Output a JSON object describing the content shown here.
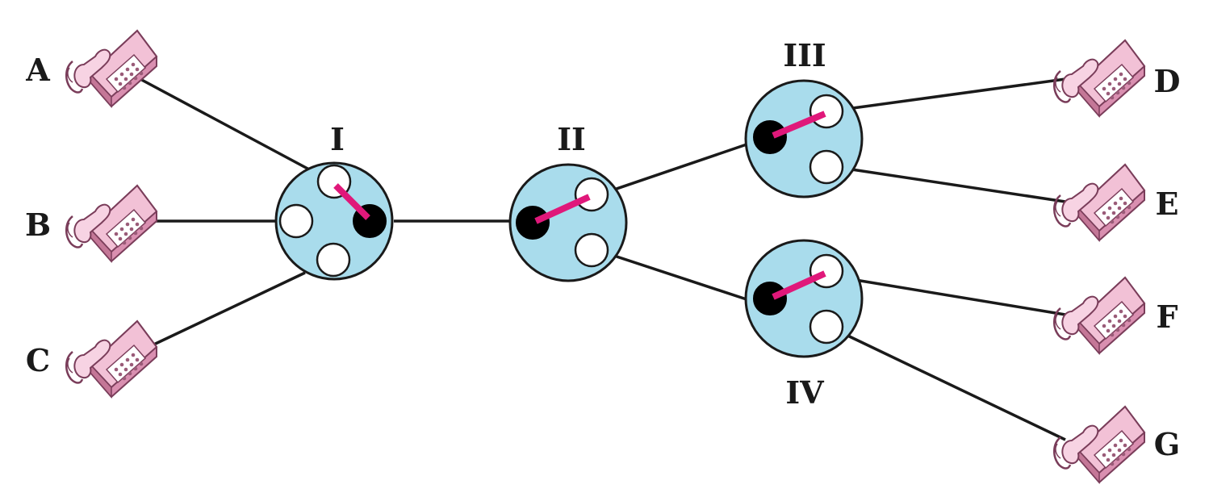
{
  "stations": [
    {
      "id": "A",
      "label": "A"
    },
    {
      "id": "B",
      "label": "B"
    },
    {
      "id": "C",
      "label": "C"
    },
    {
      "id": "D",
      "label": "D"
    },
    {
      "id": "E",
      "label": "E"
    },
    {
      "id": "F",
      "label": "F"
    },
    {
      "id": "G",
      "label": "G"
    }
  ],
  "switches": [
    {
      "id": "I",
      "label": "I",
      "connected": [
        "A",
        "II"
      ]
    },
    {
      "id": "II",
      "label": "II",
      "connected": [
        "I",
        "III"
      ]
    },
    {
      "id": "III",
      "label": "III",
      "connected": [
        "II",
        "D"
      ]
    },
    {
      "id": "IV",
      "label": "IV",
      "connected": [
        "II",
        "F"
      ]
    }
  ],
  "colors": {
    "switch_fill": "#a9dcec",
    "patch": "#e0187a",
    "wire": "#1a1a1a",
    "phone_body": "#f0b8cf"
  },
  "icons": {
    "phone": "telephone-icon"
  }
}
